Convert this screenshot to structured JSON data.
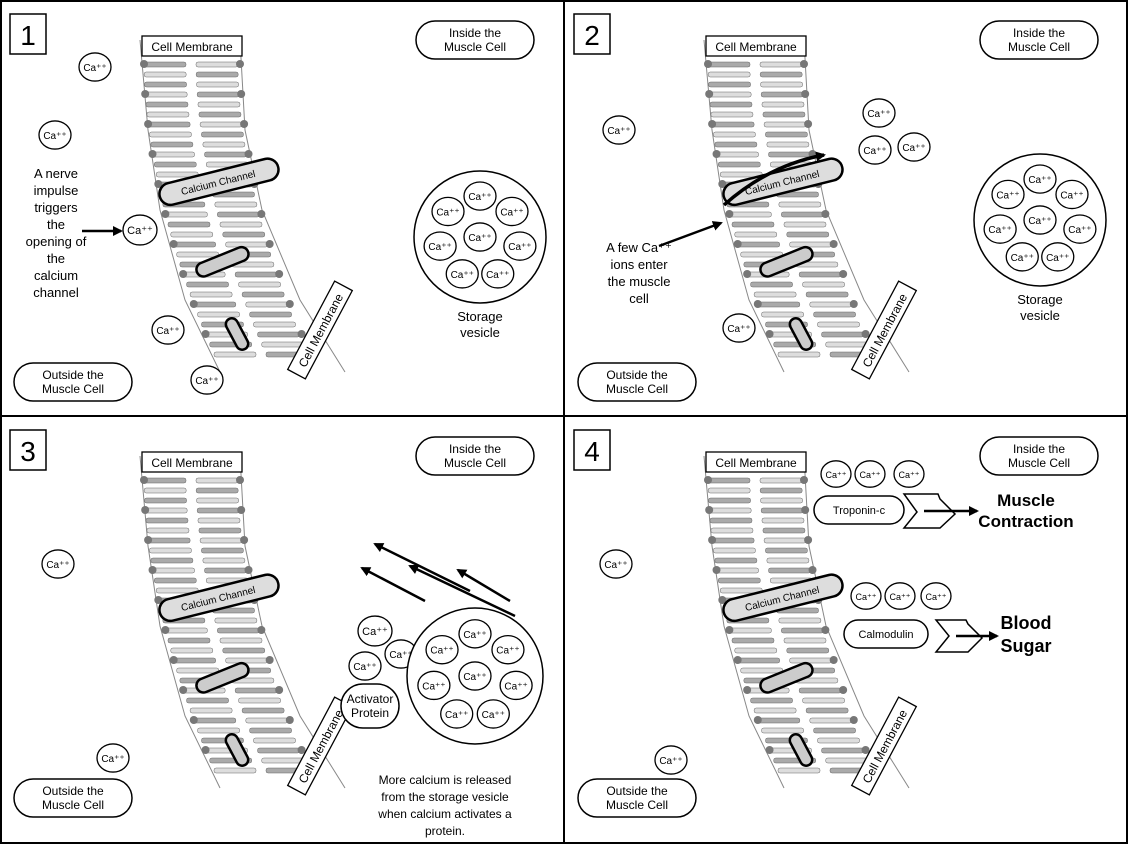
{
  "panels": [
    {
      "number": "1",
      "inside_label": [
        "Inside the",
        "Muscle Cell"
      ],
      "outside_label": [
        "Outside the",
        "Muscle Cell"
      ],
      "membrane_label": "Cell Membrane",
      "channel_label": "Calcium Channel",
      "annotation": [
        "A nerve",
        "impulse",
        "triggers",
        "the",
        "opening of",
        "the",
        "calcium",
        "channel"
      ],
      "vesicle_label": [
        "Storage",
        "vesicle"
      ]
    },
    {
      "number": "2",
      "inside_label": [
        "Inside the",
        "Muscle Cell"
      ],
      "outside_label": [
        "Outside the",
        "Muscle Cell"
      ],
      "membrane_label": "Cell Membrane",
      "channel_label": "Calcium Channel",
      "annotation": [
        "A few Ca⁺⁺",
        "ions enter",
        "the muscle",
        "cell"
      ],
      "vesicle_label": [
        "Storage",
        "vesicle"
      ]
    },
    {
      "number": "3",
      "inside_label": [
        "Inside the",
        "Muscle Cell"
      ],
      "outside_label": [
        "Outside the",
        "Muscle Cell"
      ],
      "membrane_label": "Cell Membrane",
      "channel_label": "Calcium Channel",
      "activator_label": [
        "Activator",
        "Protein"
      ],
      "release_caption": [
        "More calcium is released",
        "from the storage vesicle",
        "when calcium activates a",
        "protein."
      ]
    },
    {
      "number": "4",
      "inside_label": [
        "Inside the",
        "Muscle Cell"
      ],
      "outside_label": [
        "Outside the",
        "Muscle Cell"
      ],
      "membrane_label": "Cell Membrane",
      "channel_label": "Calcium Channel",
      "troponin_label": "Troponin-c",
      "calmodulin_label": "Calmodulin",
      "result1": [
        "Muscle",
        "Contraction"
      ],
      "result2": [
        "Blood",
        "Sugar"
      ]
    }
  ],
  "ion_label": "Ca⁺⁺"
}
